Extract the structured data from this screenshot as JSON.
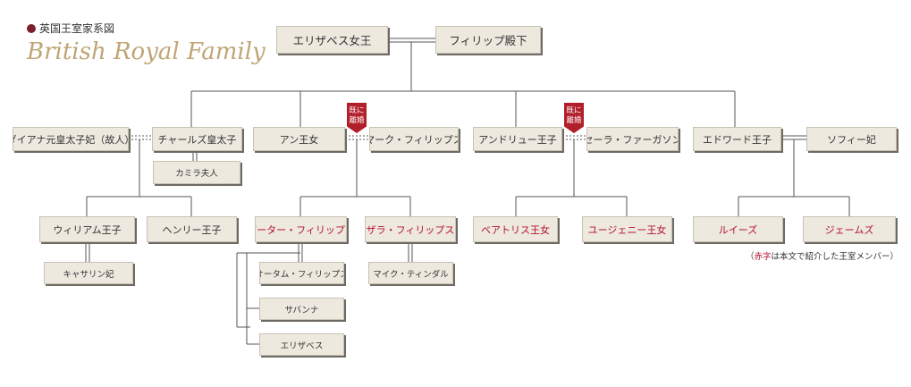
{
  "title": {
    "jp": "英国王室家系図",
    "en": "British Royal Family"
  },
  "members": {
    "elizabeth": "エリザベス女王",
    "philip": "フィリップ殿下",
    "diana": "ダイアナ元皇太子妃（故人）",
    "charles": "チャールズ皇太子",
    "camilla": "カミラ夫人",
    "anne": "アン王女",
    "mark": "マーク・フィリップス",
    "andrew": "アンドリュー王子",
    "sarah": "セーラ・ファーガソン",
    "edward": "エドワード王子",
    "sophie": "ソフィー妃",
    "william": "ウィリアム王子",
    "harry": "ヘンリー王子",
    "catherine": "キャサリン妃",
    "peter": "ピーター・フィリップス",
    "zara": "ザラ・フィリップス",
    "autumn": "オータム・フィリップス",
    "mike": "マイク・ティンダル",
    "savannah": "サバンナ",
    "isla": "エリザベス",
    "beatrice": "ベアトリス王女",
    "eugenie": "ユージェニー王女",
    "louise": "ルイーズ",
    "james": "ジェームズ"
  },
  "divorced_badge": {
    "line1": "既に",
    "line2": "離婚"
  },
  "note": {
    "open": "（",
    "red": "赤字",
    "rest": "は本文で紹介した王室メンバー）"
  },
  "colors": {
    "red_member": "#b5122e",
    "badge": "#b11f2a",
    "box_fill": "#ede9df",
    "title_en": "#c0a576"
  }
}
